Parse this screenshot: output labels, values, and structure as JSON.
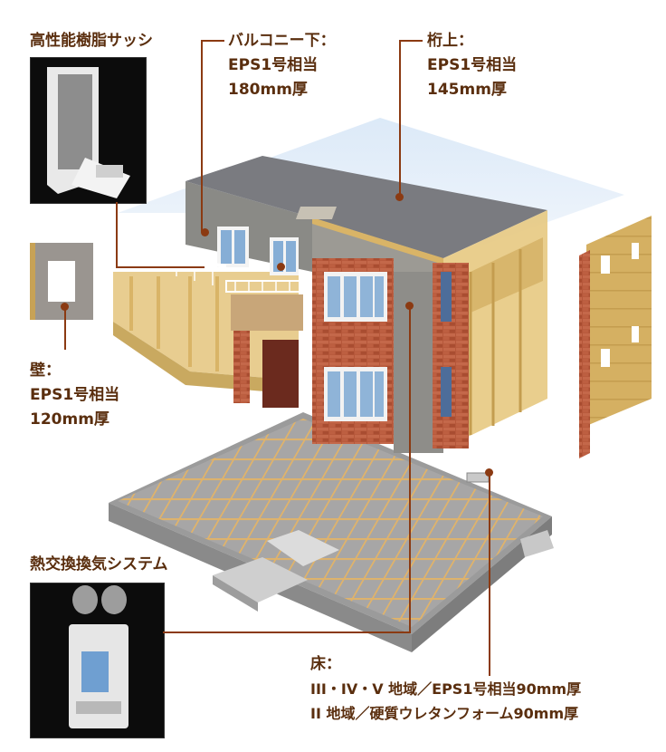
{
  "labels": {
    "sash": "高性能樹脂サッシ",
    "balcony": {
      "title": "バルコニー下：",
      "value": "EPS1号相当",
      "thickness": "180mm厚"
    },
    "beam": {
      "title": "桁上：",
      "value": "EPS1号相当",
      "thickness": "145mm厚"
    },
    "wall": {
      "title": "壁：",
      "value": "EPS1号相当",
      "thickness": "120mm厚"
    },
    "ventilation": "熱交換換気システム",
    "floor": {
      "title": "床：",
      "line1": "III・IV・V 地域／EPS1号相当90mm厚",
      "line2": "II 地域／硬質ウレタンフォーム90mm厚"
    }
  },
  "colors": {
    "label_text": "#5a2e0e",
    "leader_line": "#8b3a12"
  }
}
